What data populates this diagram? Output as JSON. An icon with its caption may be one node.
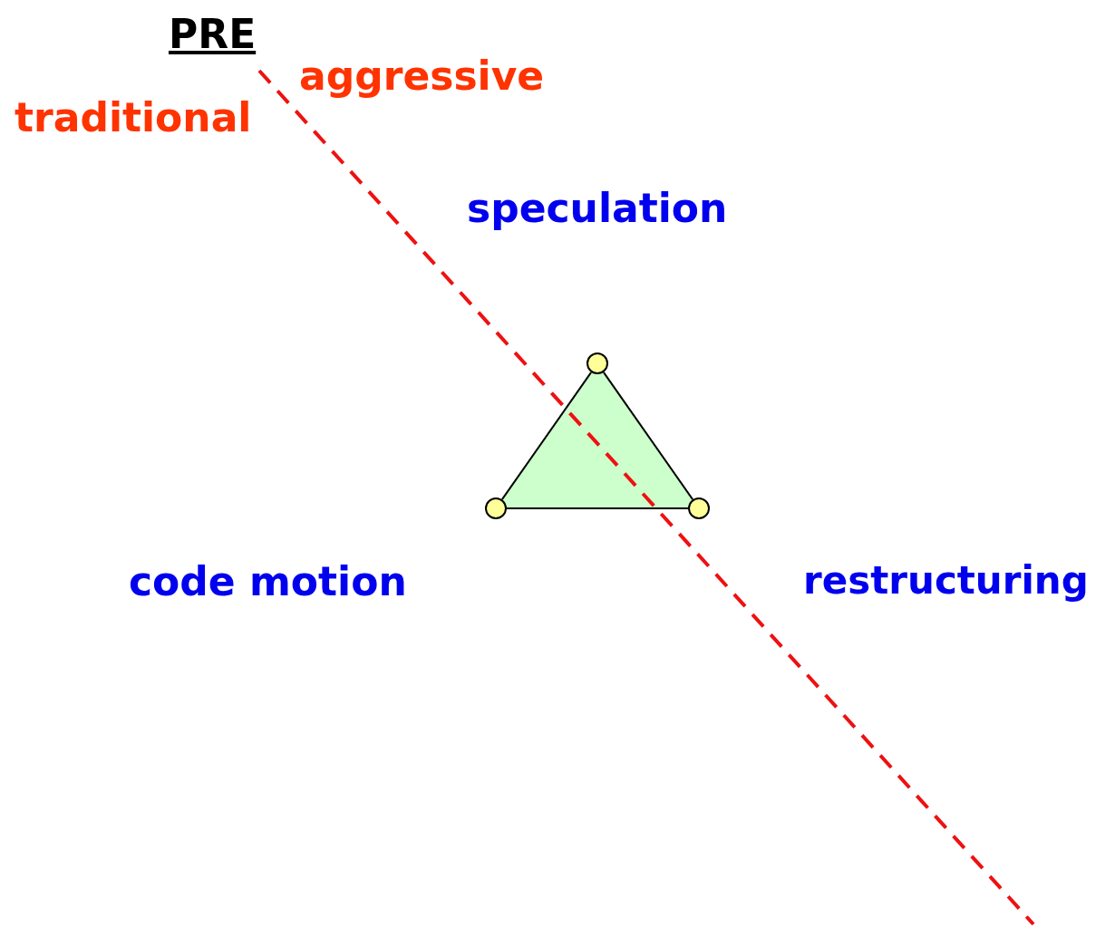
{
  "diagram": {
    "nodes": [
      {
        "text": [],
        "shape": "circle",
        "beside": [
          "speculation"
        ]
      },
      {
        "text": [],
        "shape": "circle",
        "beside": [
          "code motion"
        ]
      },
      {
        "text": [],
        "shape": "circle",
        "beside": [
          "restructuring"
        ]
      }
    ],
    "edges": [
      {
        "from": 0,
        "to": 1,
        "arrow": "none"
      },
      {
        "from": 1,
        "to": 2,
        "arrow": "none"
      },
      {
        "from": 2,
        "to": 0,
        "arrow": "none"
      }
    ],
    "labels": [
      "PRE",
      "aggressive",
      "traditional"
    ]
  }
}
